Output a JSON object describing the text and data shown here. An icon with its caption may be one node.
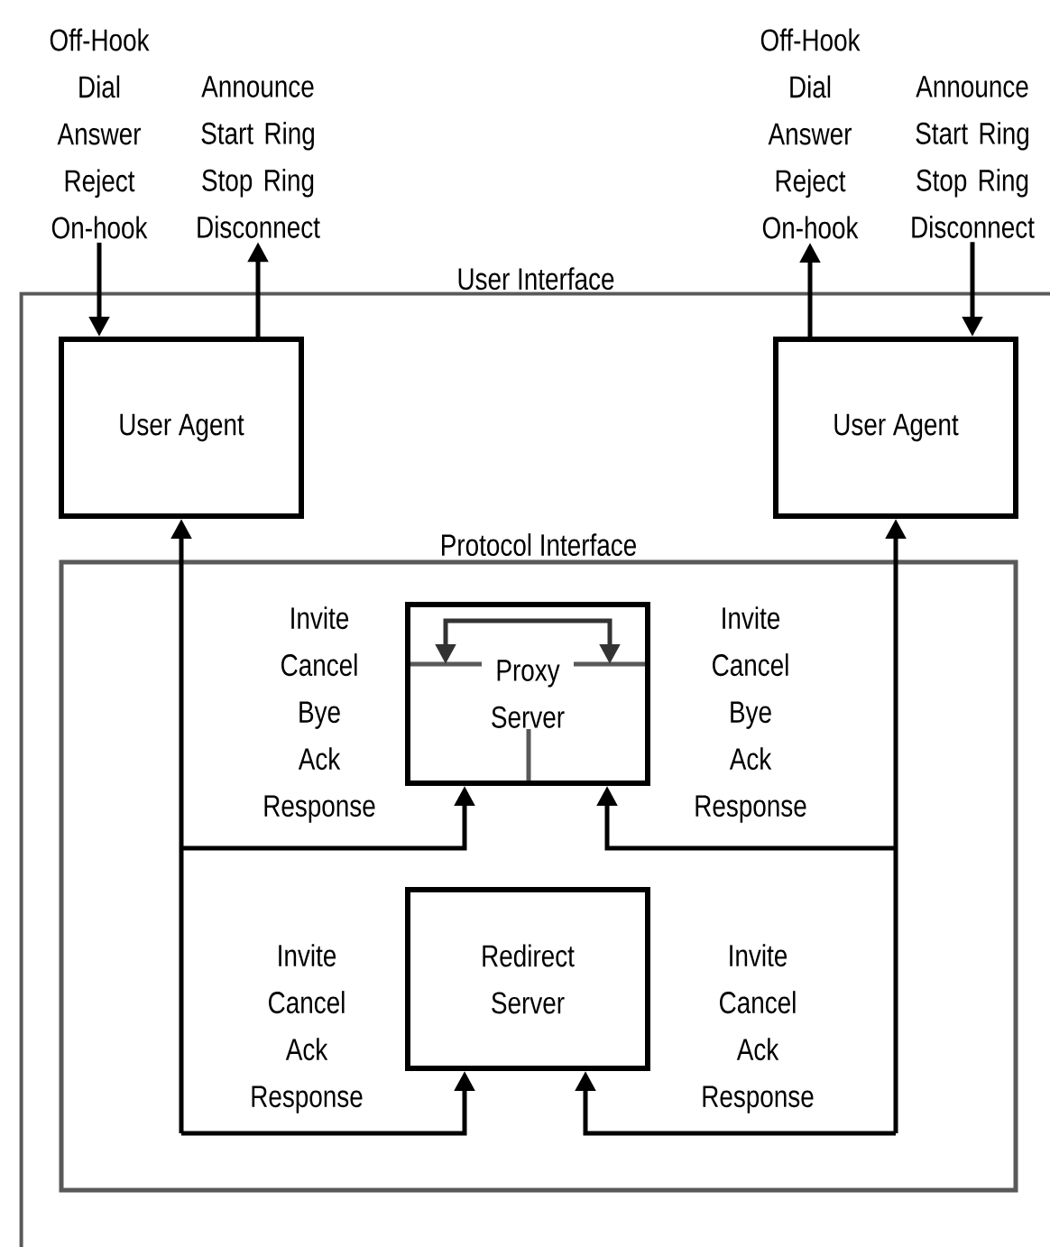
{
  "diagram": {
    "nodes": [
      {
        "text": [
          "User Interface"
        ]
      },
      {
        "text": [
          "Off-Hook Dial Answer Reject On-hook"
        ]
      },
      {
        "text": [
          "Announce Start Ring Stop Ring Disconnect"
        ]
      },
      {
        "text": [
          "Off-Hook Dial Answer Reject On-hook"
        ]
      },
      {
        "text": [
          "Announce Start Ring Stop Ring Disconnect"
        ]
      },
      {
        "text": [
          "User Agent"
        ],
        "in": 0
      },
      {
        "text": [
          "User Agent"
        ],
        "in": 0
      },
      {
        "text": [
          "Protocol Interface"
        ],
        "in": 0
      },
      {
        "text": [
          "Proxy Server"
        ],
        "in": 7
      },
      {
        "text": [
          "Redirect Server"
        ],
        "in": 7
      }
    ],
    "edges": [
      {
        "from": 1,
        "to": 5,
        "arrow": "to"
      },
      {
        "from": 5,
        "to": 2,
        "arrow": "to"
      },
      {
        "from": 6,
        "to": 3,
        "arrow": "to"
      },
      {
        "from": 4,
        "to": 6,
        "arrow": "to"
      },
      {
        "from": 5,
        "to": 8,
        "arrow": "both",
        "label": "Invite Cancel Bye Ack Response"
      },
      {
        "from": 6,
        "to": 8,
        "arrow": "both",
        "label": "Invite Cancel Bye Ack Response"
      },
      {
        "from": 5,
        "to": 9,
        "arrow": "both",
        "label": "Invite Cancel Ack Response"
      },
      {
        "from": 6,
        "to": 9,
        "arrow": "both",
        "label": "Invite Cancel Ack Response"
      }
    ]
  }
}
